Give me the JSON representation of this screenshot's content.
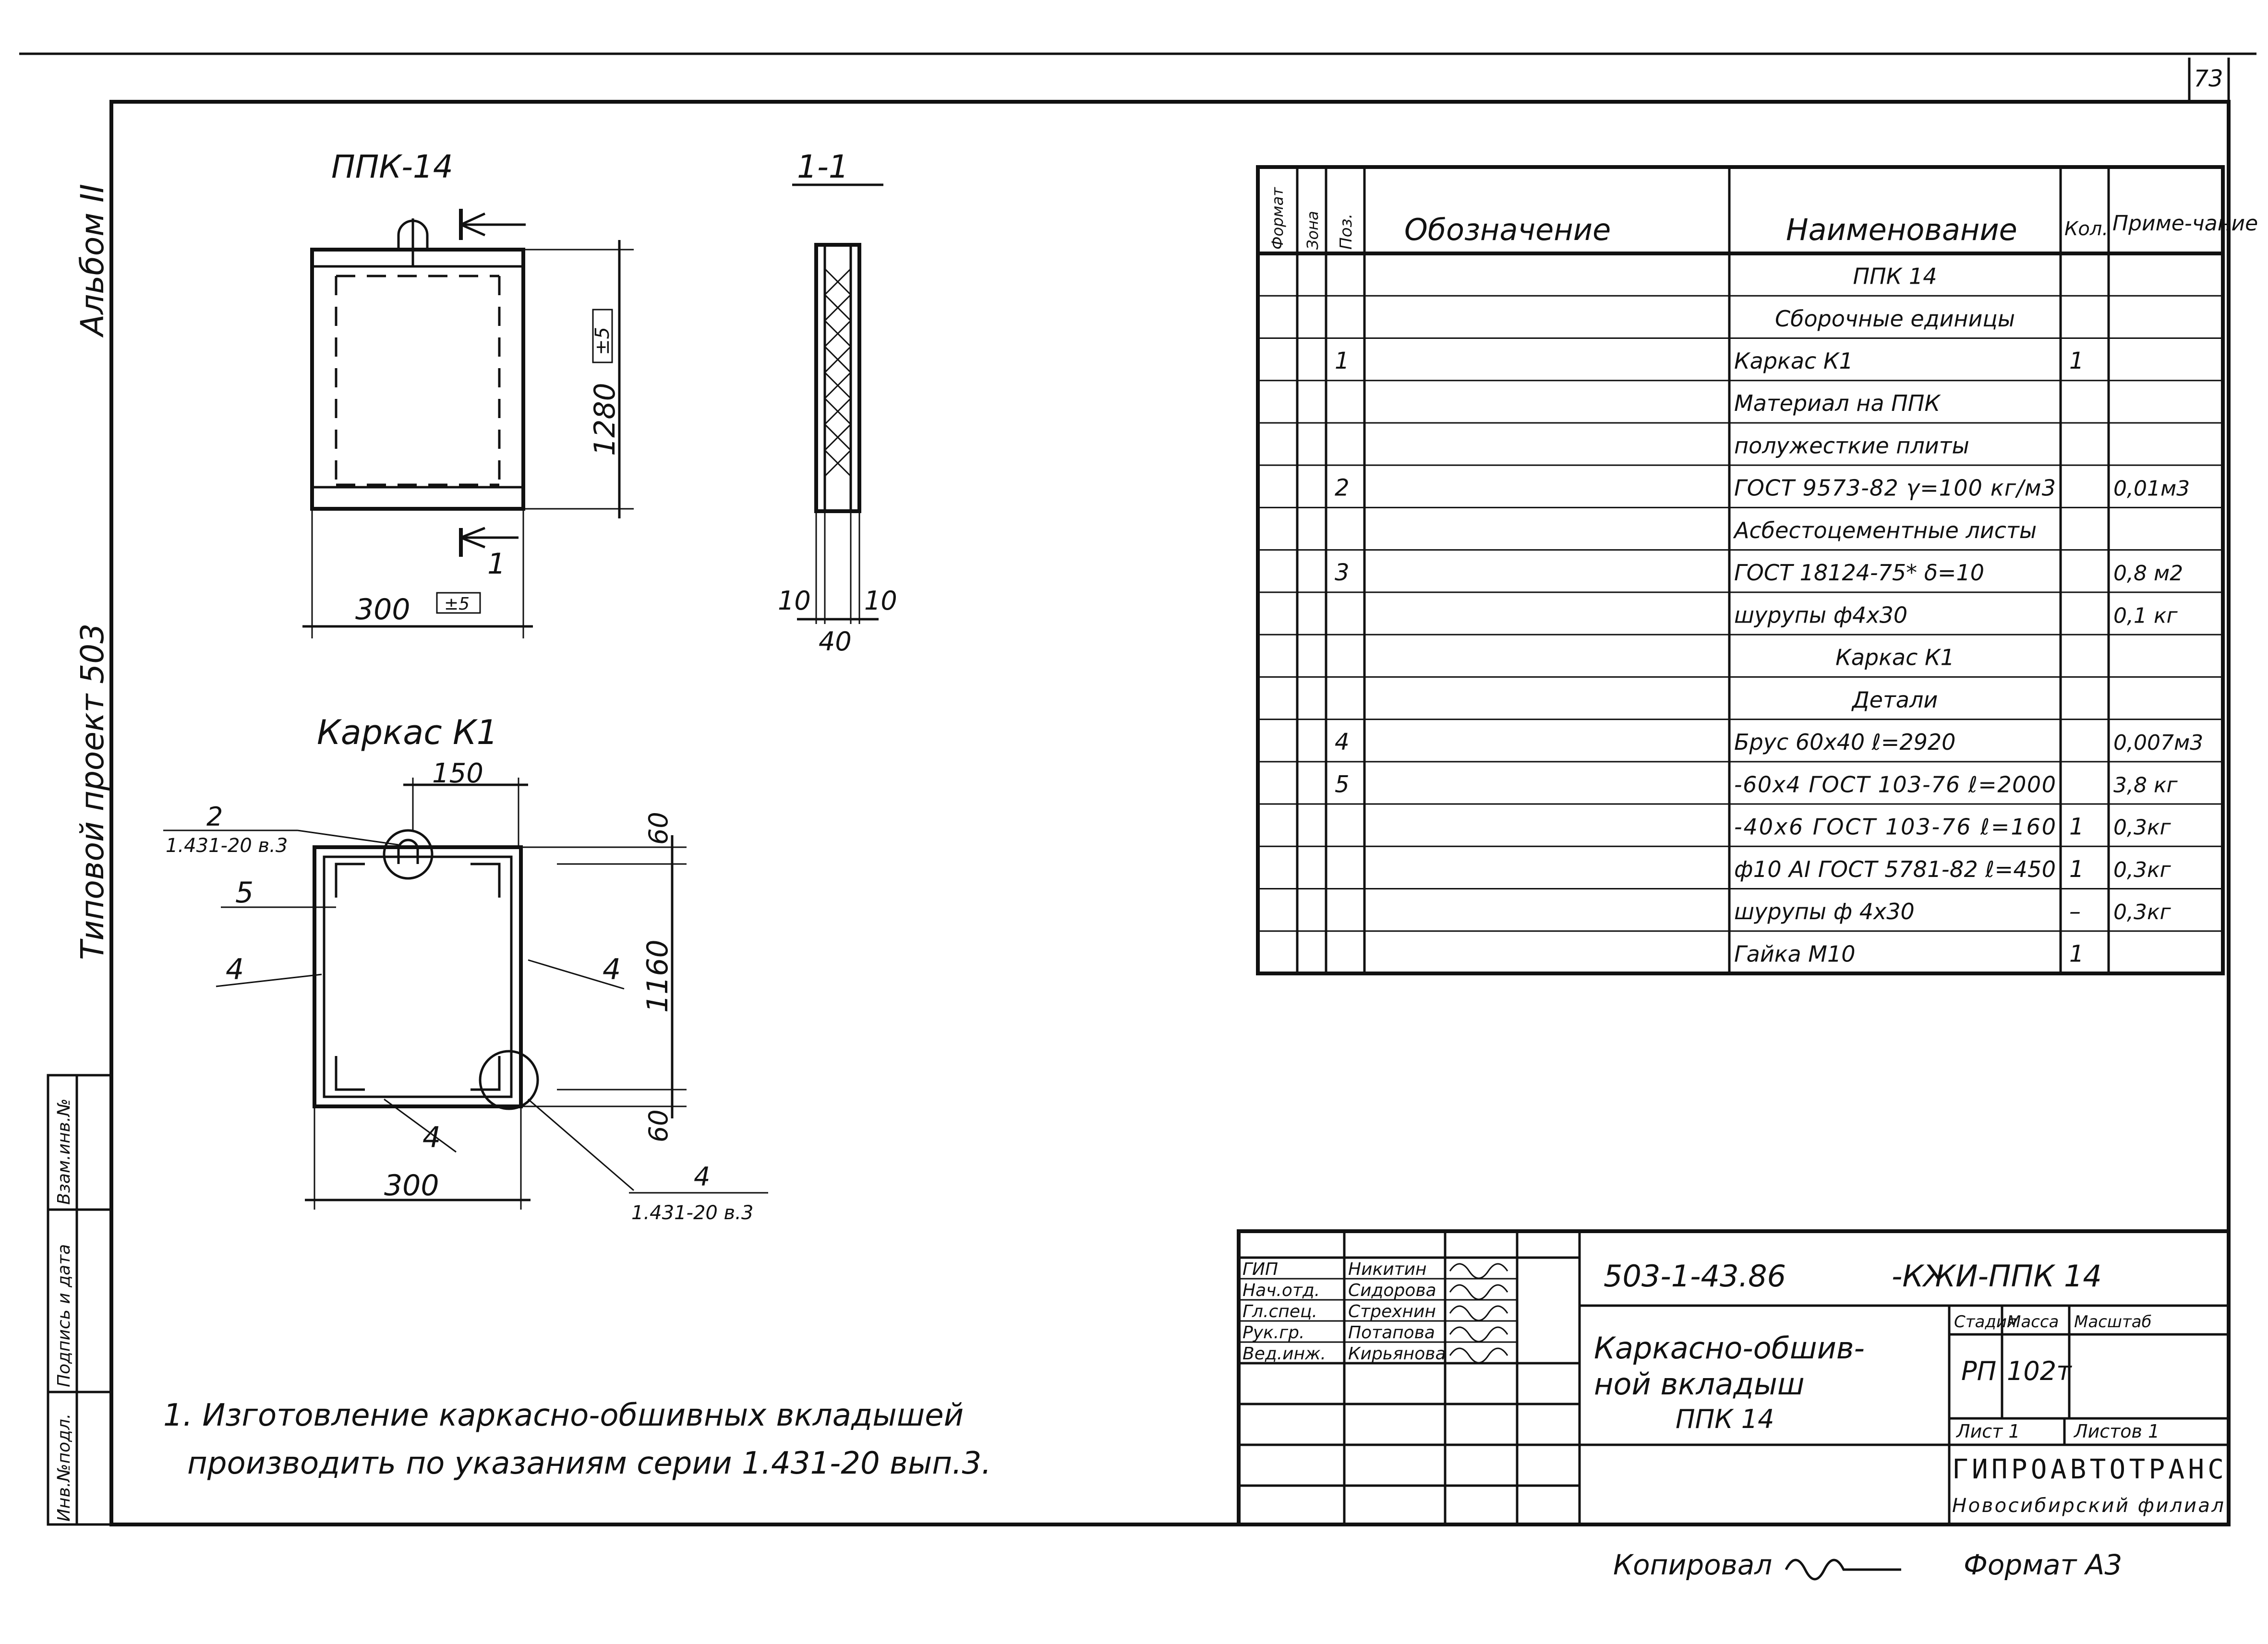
{
  "sheet": {
    "page_number": "73",
    "side_album": "Альбом II",
    "side_project": "Типовой проект 503",
    "side_stamp": [
      "Инв.№подл.",
      "Подпись и дата",
      "Взам.инв.№"
    ]
  },
  "drawing_ppk": {
    "title": "ППК-14",
    "dim_height": "1280",
    "dim_height_tol": "±5",
    "dim_width": "300",
    "dim_width_tol": "±5",
    "section_mark": "1"
  },
  "section_view": {
    "title": "1-1",
    "dim_left": "10",
    "dim_right": "10",
    "dim_total": "40"
  },
  "frame_view": {
    "title": "Каркас К1",
    "dim_top": "150",
    "dim_top_right": "60",
    "dim_height": "1160",
    "dim_bottom_right": "60",
    "dim_width": "300",
    "callout_top_num": "2",
    "callout_top_ref": "1.431-20 в.3",
    "callout_bottom_num": "4",
    "callout_bottom_ref": "1.431-20 в.3",
    "pos_5": "5",
    "pos_4_left": "4",
    "pos_4_right": "4",
    "pos_4_bottom": "4"
  },
  "spec_table": {
    "headers": {
      "format": "Формат",
      "zone": "Зона",
      "pos": "Поз.",
      "designation": "Обозначение",
      "name": "Наименование",
      "qty": "Кол.",
      "note": "Приме-чание"
    },
    "rows": [
      {
        "pos": "",
        "name": "ППК 14",
        "qty": "",
        "note": ""
      },
      {
        "pos": "",
        "name": "Сборочные единицы",
        "qty": "",
        "note": ""
      },
      {
        "pos": "1",
        "name": "Каркас К1",
        "qty": "1",
        "note": ""
      },
      {
        "pos": "",
        "name": "Материал на ППК",
        "qty": "",
        "note": ""
      },
      {
        "pos": "",
        "name": "полужесткие плиты",
        "qty": "",
        "note": ""
      },
      {
        "pos": "2",
        "name": "ГОСТ 9573-82 γ=100 кг/м3",
        "qty": "",
        "note": "0,01м3"
      },
      {
        "pos": "",
        "name": "Асбестоцементные листы",
        "qty": "",
        "note": ""
      },
      {
        "pos": "3",
        "name": "ГОСТ 18124-75* δ=10",
        "qty": "",
        "note": "0,8 м2"
      },
      {
        "pos": "",
        "name": "шурупы ф4х30",
        "qty": "",
        "note": "0,1 кг"
      },
      {
        "pos": "",
        "name": "Каркас К1",
        "qty": "",
        "note": ""
      },
      {
        "pos": "",
        "name": "Детали",
        "qty": "",
        "note": ""
      },
      {
        "pos": "4",
        "name": "Брус 60х40 ℓ=2920",
        "qty": "",
        "note": "0,007м3"
      },
      {
        "pos": "5",
        "name": "-60х4 ГОСТ 103-76 ℓ=2000",
        "qty": "",
        "note": "3,8 кг"
      },
      {
        "pos": "",
        "name": "-40х6 ГОСТ 103-76 ℓ=160",
        "qty": "1",
        "note": "0,3кг"
      },
      {
        "pos": "",
        "name": "ф10 АI ГОСТ 5781-82 ℓ=450",
        "qty": "1",
        "note": "0,3кг"
      },
      {
        "pos": "",
        "name": "шурупы ф 4х30",
        "qty": "–",
        "note": "0,3кг"
      },
      {
        "pos": "",
        "name": "Гайка М10",
        "qty": "1",
        "note": ""
      }
    ]
  },
  "title_block": {
    "code": "503-1-43.86",
    "code_suffix": "-КЖИ-ППК 14",
    "roles": [
      "ГИП",
      "Нач.отд.",
      "Гл.спец.",
      "Рук.гр.",
      "Вед.инж."
    ],
    "names": [
      "Никитин",
      "Сидорова",
      "Стрехнин",
      "Потапова",
      "Кирьянова"
    ],
    "doc_title_1": "Каркасно-обшив-",
    "doc_title_2": "ной вкладыш",
    "doc_title_3": "ППК 14",
    "stage_label": "Стадия",
    "mass_label": "Масса",
    "scale_label": "Масштаб",
    "stage": "РП",
    "mass": "102т",
    "sheet_label": "Лист 1",
    "sheets_label": "Листов 1",
    "org": "ГИПРОАВТОТРАНС",
    "org_branch": "Новосибирский филиал"
  },
  "notes": {
    "line1": "1. Изготовление каркасно-обшивных вкладышей",
    "line2": "производить по указаниям серии 1.431-20 вып.3."
  },
  "footer": {
    "copied": "Копировал",
    "format": "Формат А3"
  }
}
